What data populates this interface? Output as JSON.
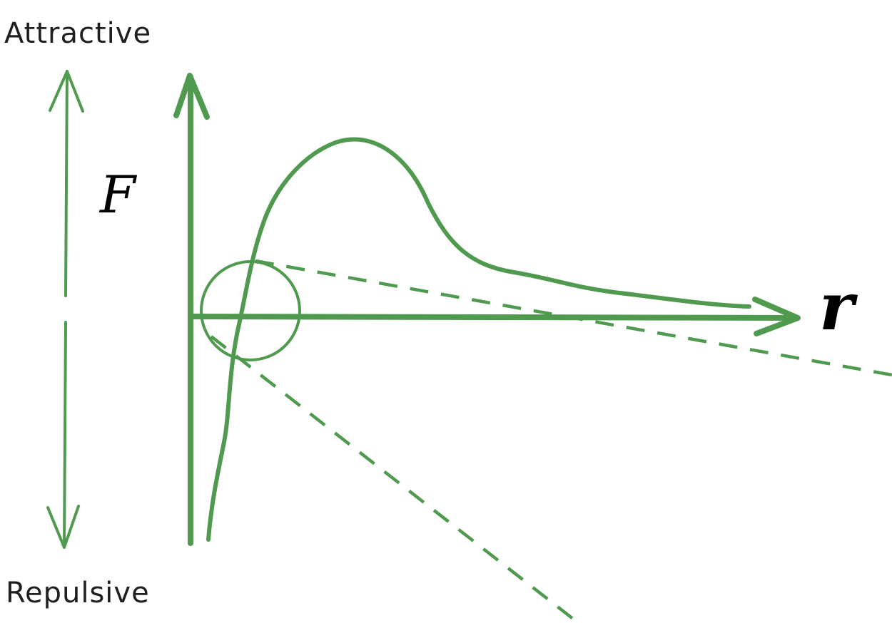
{
  "labels": {
    "attractive": "Attractive",
    "repulsive": "Repulsive",
    "force_axis": "F",
    "distance_axis": "r"
  },
  "colors": {
    "stroke": "#4f9a4f",
    "text": "#1f1f1f"
  },
  "icons": {
    "direction_indicator": "double-headed-arrow-icon"
  }
}
